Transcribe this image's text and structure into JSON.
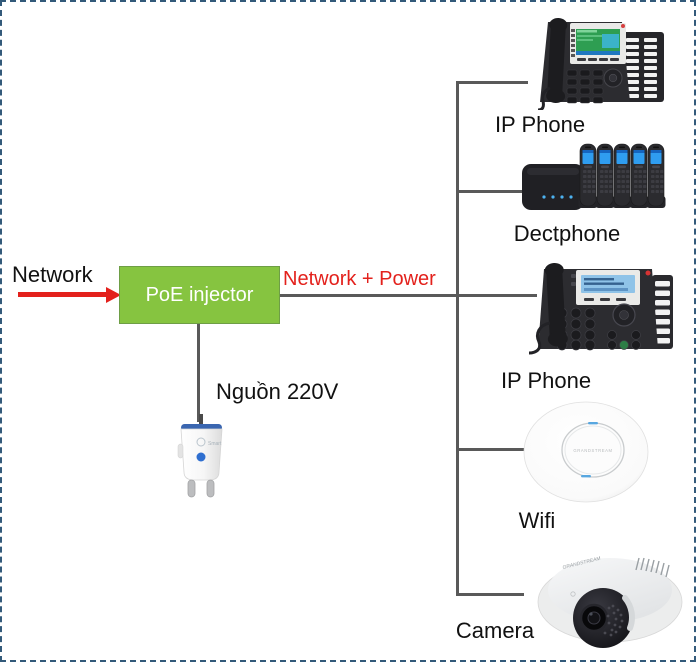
{
  "diagram": {
    "source_label": "Network",
    "injector_label": "PoE injector",
    "output_label": "Network + Power",
    "power_label": "Nguồn 220V",
    "devices": [
      {
        "id": "ip-phone-top",
        "label": "IP Phone"
      },
      {
        "id": "dectphone",
        "label": "Dectphone"
      },
      {
        "id": "ip-phone-middle",
        "label": "IP Phone"
      },
      {
        "id": "wifi-ap",
        "label": "Wifi"
      },
      {
        "id": "camera",
        "label": "Camera"
      }
    ],
    "colors": {
      "injector_fill": "#86C440",
      "injector_border": "#6E9E46",
      "arrow_red": "#E3211C",
      "connector_gray": "#595959",
      "frame_blue": "#335A7A"
    }
  }
}
